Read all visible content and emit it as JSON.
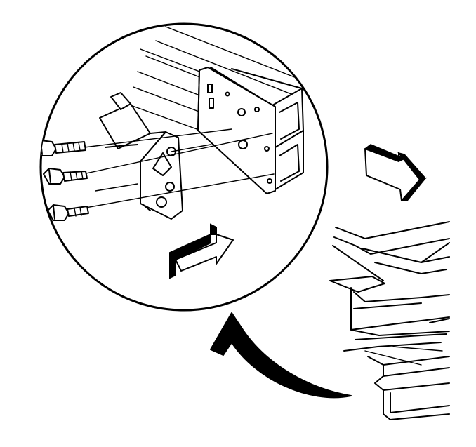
{
  "figure": {
    "style": "black-and-white line illustration",
    "colors": {
      "ink": "#000000",
      "paper": "#ffffff"
    },
    "components": [
      "detail-magnifier-circle",
      "frame-rail",
      "bracket",
      "bolt",
      "view-arrow",
      "direction-arrow",
      "curved-callout-arrow",
      "vehicle-frame-cutaway"
    ],
    "bolt_count": 3
  }
}
